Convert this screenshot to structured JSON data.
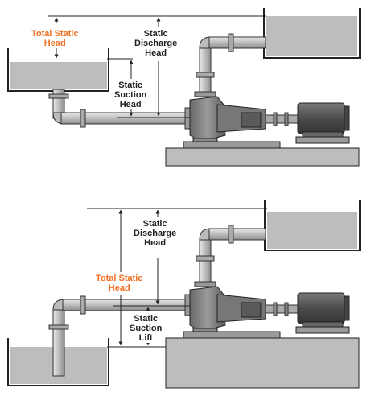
{
  "colors": {
    "label_accent": "#f26f21",
    "label_text": "#222222",
    "water": "#bdbdbd",
    "pipe": "#c9c9c9",
    "steel": "#8a8a8a",
    "motor": "#555555",
    "base": "#bdbdbd",
    "outline": "#222222"
  },
  "diagram_top": {
    "label_total_static_head": [
      "Total Static",
      "Head"
    ],
    "label_static_discharge_head": [
      "Static",
      "Discharge",
      "Head"
    ],
    "label_static_suction_head": [
      "Static",
      "Suction",
      "Head"
    ]
  },
  "diagram_bottom": {
    "label_total_static_head": [
      "Total Static",
      "Head"
    ],
    "label_static_discharge_head": [
      "Static",
      "Discharge",
      "Head"
    ],
    "label_static_suction_lift": [
      "Static",
      "Suction",
      "Lift"
    ]
  }
}
